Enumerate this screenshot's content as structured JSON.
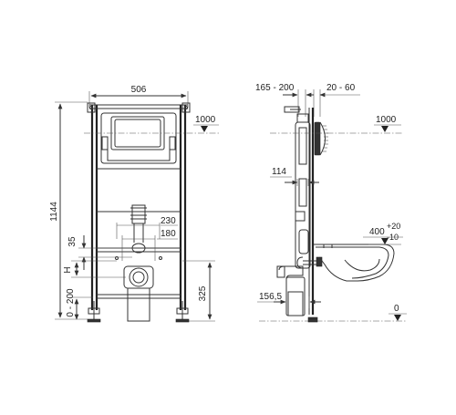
{
  "front_view": {
    "width_label": "506",
    "height_label": "1144",
    "level_label": "1000",
    "dim_230": "230",
    "dim_180": "180",
    "dim_35": "35",
    "dim_h": "H",
    "dim_325": "325",
    "dim_0_200": "0 - 200"
  },
  "side_view": {
    "dim_165_200": "165 - 200",
    "dim_20_60": "20 - 60",
    "level_label": "1000",
    "dim_114": "114",
    "height_base": "400",
    "tol_plus": "+20",
    "tol_minus": "-10",
    "dim_156_5": "156,5",
    "floor_label": "0"
  }
}
